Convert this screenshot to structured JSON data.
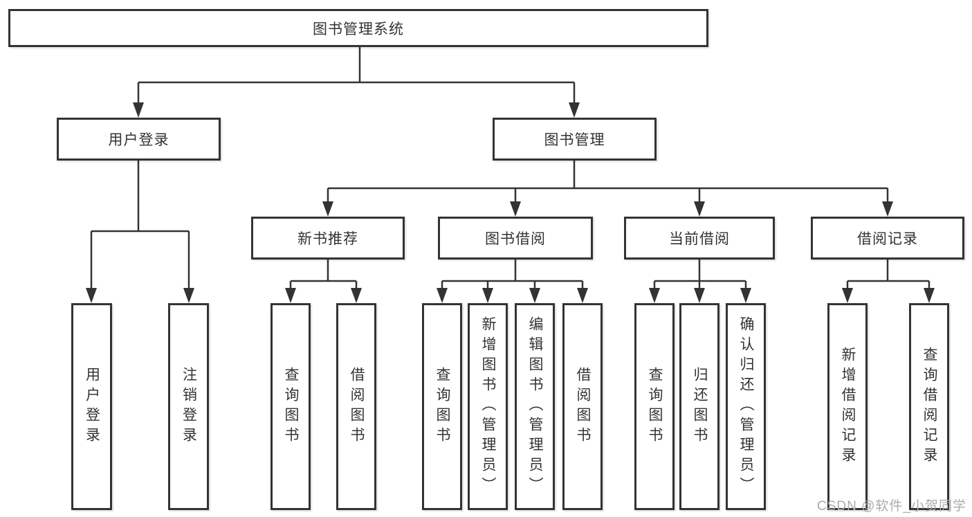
{
  "tree": {
    "label": "图书管理系统",
    "children": [
      {
        "label": "用户登录",
        "children": [
          {
            "label": "用户登录"
          },
          {
            "label": "注销登录"
          }
        ]
      },
      {
        "label": "图书管理",
        "children": [
          {
            "label": "新书推荐",
            "children": [
              {
                "label": "查询图书"
              },
              {
                "label": "借阅图书"
              }
            ]
          },
          {
            "label": "图书借阅",
            "children": [
              {
                "label": "查询图书"
              },
              {
                "label": "新增图书（管理员）"
              },
              {
                "label": "编辑图书（管理员）"
              },
              {
                "label": "借阅图书"
              }
            ]
          },
          {
            "label": "当前借阅",
            "children": [
              {
                "label": "查询图书"
              },
              {
                "label": "归还图书"
              },
              {
                "label": "确认归还（管理员）"
              }
            ]
          },
          {
            "label": "借阅记录",
            "children": [
              {
                "label": "新增借阅记录"
              },
              {
                "label": "查询借阅记录"
              }
            ]
          }
        ]
      }
    ]
  },
  "colors": {
    "line": "#333333",
    "text": "#333333",
    "watermark": "#ababab",
    "background": "#ffffff"
  },
  "watermark": "CSDN @软件_小贺同学"
}
